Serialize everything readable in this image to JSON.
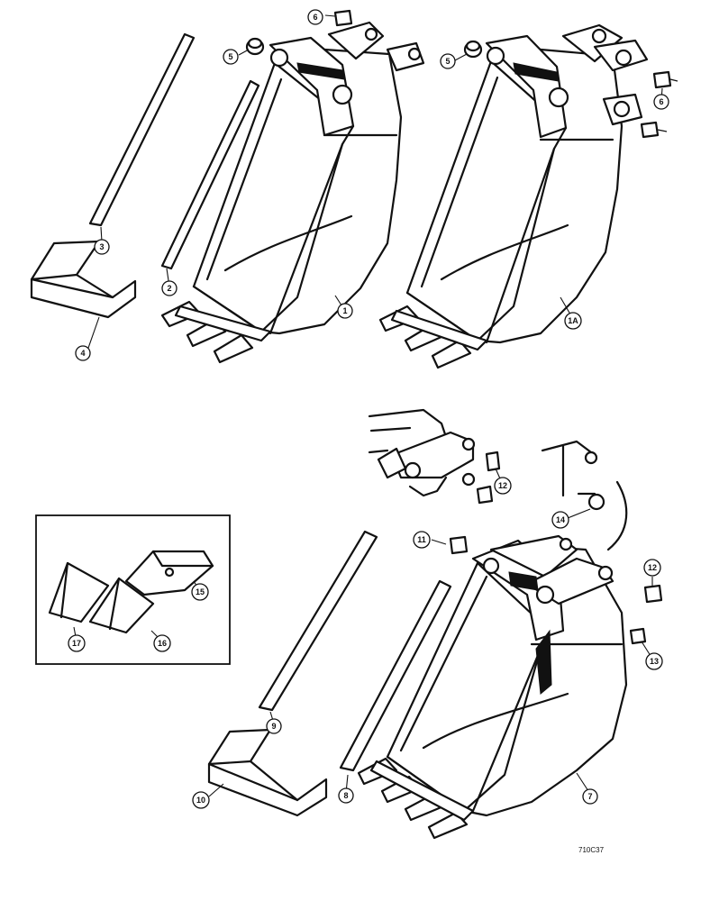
{
  "callouts": {
    "c1": "1",
    "c1a": "1A",
    "c2": "2",
    "c3": "3",
    "c4": "4",
    "c5a": "5",
    "c5b": "5",
    "c6a": "6",
    "c6b": "6",
    "c7": "7",
    "c8": "8",
    "c9": "9",
    "c10": "10",
    "c11": "11",
    "c12a": "12",
    "c12b": "12",
    "c13": "13",
    "c14": "14",
    "c15": "15",
    "c16": "16",
    "c17": "17"
  },
  "figure_code": "710C37"
}
